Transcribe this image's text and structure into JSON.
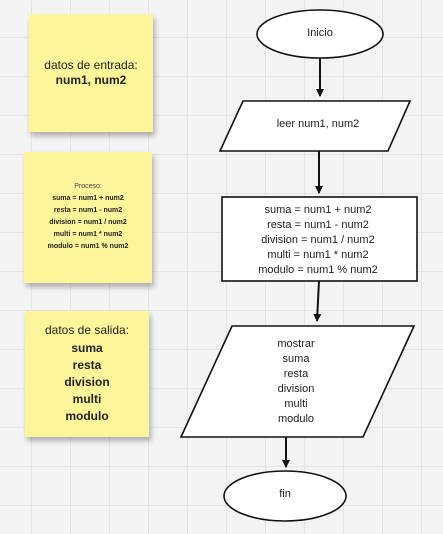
{
  "notes": {
    "input": {
      "title": "datos de entrada:",
      "value": "num1, num2"
    },
    "process": {
      "title": "Proceso:",
      "lines": [
        "suma = num1 + num2",
        "resta = num1 - num2",
        "division = num1 / num2",
        "multi = num1 * num2",
        "modulo = num1 % num2"
      ]
    },
    "output": {
      "title": "datos de salida:",
      "items": [
        "suma",
        "resta",
        "division",
        "multi",
        "modulo"
      ]
    }
  },
  "flowchart": {
    "start": "Inicio",
    "input": "leer num1, num2",
    "process": [
      "suma = num1 + num2",
      "resta = num1 - num2",
      "division = num1 / num2",
      "multi = num1 * num2",
      "modulo = num1 % num2"
    ],
    "output": [
      "mostrar",
      "suma",
      "resta",
      "division",
      "multi",
      "modulo"
    ],
    "end": "fin"
  }
}
